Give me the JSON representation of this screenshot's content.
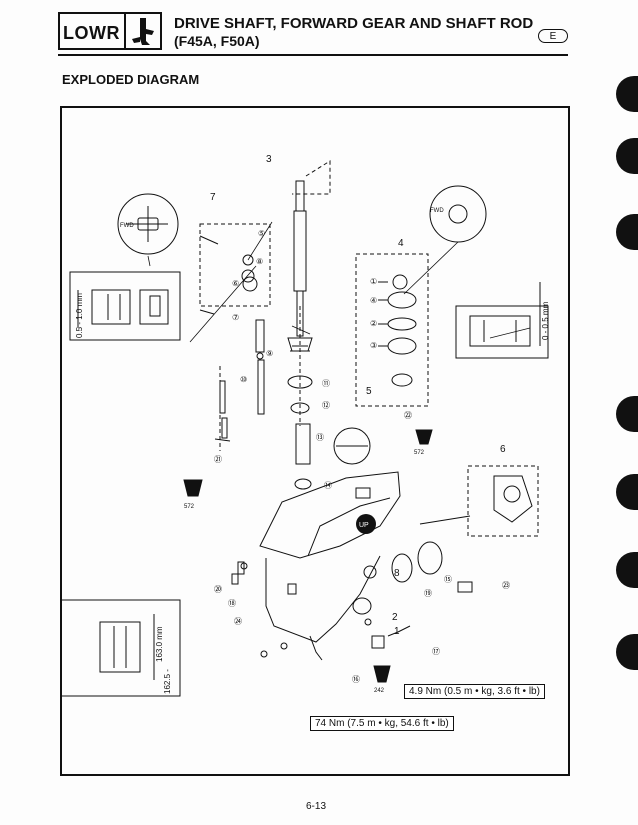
{
  "header": {
    "section_code": "LOWR",
    "title_line1": "DRIVE SHAFT, FORWARD GEAR AND SHAFT ROD",
    "title_line2": "(F45A, F50A)",
    "language_mark": "E"
  },
  "section_title": "EXPLODED DIAGRAM",
  "diagram": {
    "group_labels": [
      "3",
      "7",
      "4",
      "5",
      "6",
      "2",
      "8",
      "1"
    ],
    "callouts": [
      "①",
      "②",
      "③",
      "④",
      "⑤",
      "⑥",
      "⑦",
      "⑧",
      "⑨",
      "⑩",
      "⑪",
      "⑫",
      "⑬",
      "⑭",
      "⑮",
      "⑯",
      "⑰",
      "⑱",
      "⑲",
      "⑳",
      "㉑",
      "㉒",
      "㉓",
      "㉔"
    ],
    "fwd_label": "FWD",
    "up_label": "UP",
    "sealant_572": "572",
    "sealant_242": "242",
    "gauge_left": "0.5 - 1.0 mm",
    "gauge_right": "0 - 0.5 mm",
    "gauge_bottom_a": "163.0 mm",
    "gauge_bottom_b": "162.5 -",
    "torque_1": "4.9 Nm (0.5 m • kg, 3.6 ft • lb)",
    "torque_2": "74 Nm (7.5 m • kg, 54.6 ft • lb)"
  },
  "footer": {
    "page_number": "6-13"
  },
  "colors": {
    "ink": "#111111",
    "paper": "#fdfdfd"
  }
}
